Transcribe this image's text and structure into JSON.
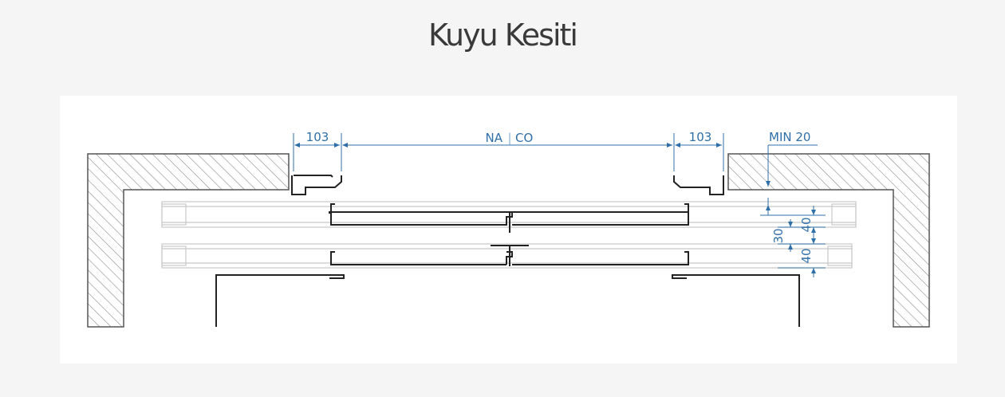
{
  "title": "Kuyu Kesiti",
  "diagram": {
    "dimensions": {
      "left_offset": "103",
      "opening_a": "NA",
      "separator": "|",
      "opening_b": "CO",
      "right_offset": "103",
      "min_gap": "MIN 20",
      "panel_thickness_1": "40",
      "panel_gap": "30",
      "panel_thickness_2": "40"
    },
    "colors": {
      "dimension": "#2f6fa8",
      "outline": "#333333",
      "hatch": "#8a8a8a",
      "panel_outline": "#c8c8c8"
    }
  }
}
